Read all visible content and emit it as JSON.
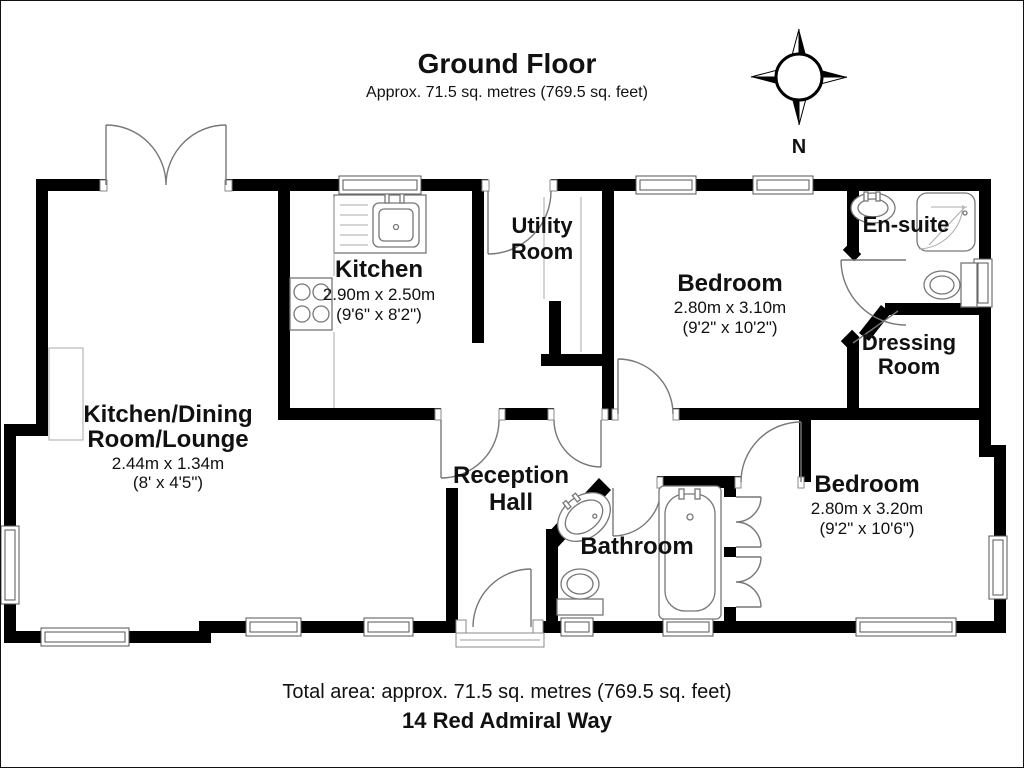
{
  "header": {
    "title": "Ground Floor",
    "subtitle": "Approx. 71.5 sq. metres (769.5 sq. feet)"
  },
  "compass": {
    "north_label": "N"
  },
  "rooms": {
    "kitchen": {
      "name": "Kitchen",
      "metric": "2.90m x 2.50m",
      "imperial": "(9'6\" x 8'2\")"
    },
    "utility": {
      "name_line1": "Utility",
      "name_line2": "Room"
    },
    "bedroom1": {
      "name": "Bedroom",
      "metric": "2.80m x 3.10m",
      "imperial": "(9'2\" x 10'2\")"
    },
    "ensuite": {
      "name": "En-suite"
    },
    "dressing": {
      "name_line1": "Dressing",
      "name_line2": "Room"
    },
    "lounge": {
      "name_line1": "Kitchen/Dining",
      "name_line2": "Room/Lounge",
      "metric": "2.44m x 1.34m",
      "imperial": "(8' x 4'5\")"
    },
    "reception": {
      "name_line1": "Reception",
      "name_line2": "Hall"
    },
    "bathroom": {
      "name": "Bathroom"
    },
    "bedroom2": {
      "name": "Bedroom",
      "metric": "2.80m x 3.20m",
      "imperial": "(9'2\" x 10'6\")"
    }
  },
  "footer": {
    "total_area": "Total area: approx. 71.5 sq. metres (769.5 sq. feet)",
    "address": "14 Red Admiral Way"
  },
  "colors": {
    "wall": "#000000",
    "door_line": "#777777",
    "text": "#111111"
  }
}
